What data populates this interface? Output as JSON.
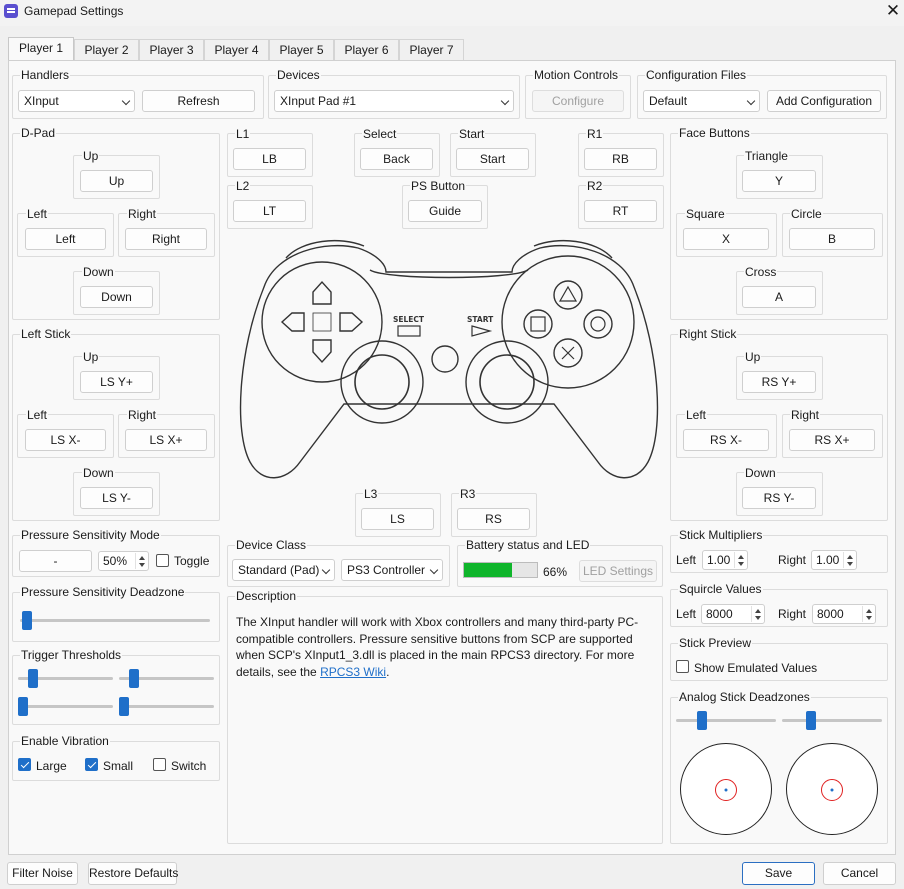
{
  "window": {
    "title": "Gamepad Settings",
    "close": "✕"
  },
  "tabs": [
    "Player 1",
    "Player 2",
    "Player 3",
    "Player 4",
    "Player 5",
    "Player 6",
    "Player 7"
  ],
  "handlers": {
    "label": "Handlers",
    "selected": "XInput",
    "refresh": "Refresh"
  },
  "devices": {
    "label": "Devices",
    "selected": "XInput Pad #1"
  },
  "motion": {
    "label": "Motion Controls",
    "configure": "Configure"
  },
  "config_files": {
    "label": "Configuration Files",
    "selected": "Default",
    "add": "Add Configuration"
  },
  "dpad": {
    "label": "D-Pad",
    "up_label": "Up",
    "up": "Up",
    "left_label": "Left",
    "left": "Left",
    "right_label": "Right",
    "right": "Right",
    "down_label": "Down",
    "down": "Down"
  },
  "shoulders": {
    "l1_label": "L1",
    "l1": "LB",
    "l2_label": "L2",
    "l2": "LT",
    "select_label": "Select",
    "select": "Back",
    "start_label": "Start",
    "start": "Start",
    "ps_label": "PS Button",
    "ps": "Guide",
    "r1_label": "R1",
    "r1": "RB",
    "r2_label": "R2",
    "r2": "RT",
    "l3_label": "L3",
    "l3": "LS",
    "r3_label": "R3",
    "r3": "RS"
  },
  "controller_image": {
    "select_text": "SELECT",
    "start_text": "START"
  },
  "face": {
    "label": "Face Buttons",
    "triangle_label": "Triangle",
    "triangle": "Y",
    "square_label": "Square",
    "square": "X",
    "circle_label": "Circle",
    "circle": "B",
    "cross_label": "Cross",
    "cross": "A"
  },
  "left_stick": {
    "label": "Left Stick",
    "up_label": "Up",
    "up": "LS Y+",
    "left_label": "Left",
    "left": "LS X-",
    "right_label": "Right",
    "right": "LS X+",
    "down_label": "Down",
    "down": "LS Y-"
  },
  "right_stick": {
    "label": "Right Stick",
    "up_label": "Up",
    "up": "RS Y+",
    "left_label": "Left",
    "left": "RS X-",
    "right_label": "Right",
    "right": "RS X+",
    "down_label": "Down",
    "down": "RS Y-"
  },
  "pressure_mode": {
    "label": "Pressure Sensitivity Mode",
    "button": "-",
    "value": "50%",
    "toggle": "Toggle",
    "toggle_checked": false
  },
  "pressure_deadzone": {
    "label": "Pressure Sensitivity Deadzone",
    "value_fraction": 0.0
  },
  "trigger_thresholds": {
    "label": "Trigger Thresholds"
  },
  "vibration": {
    "label": "Enable Vibration",
    "large": "Large",
    "large_checked": true,
    "small": "Small",
    "small_checked": true,
    "switch": "Switch",
    "switch_checked": false
  },
  "device_class": {
    "label": "Device Class",
    "class": "Standard (Pad)",
    "type": "PS3 Controller"
  },
  "battery": {
    "label": "Battery status and LED",
    "percent": "66%",
    "fraction": 0.66,
    "led": "LED Settings"
  },
  "description": {
    "label": "Description",
    "text": "The XInput handler will work with Xbox controllers and many third-party PC-compatible controllers. Pressure sensitive buttons from SCP are supported when SCP's XInput1_3.dll is placed in the main RPCS3 directory. For more details, see the ",
    "link": "RPCS3 Wiki",
    "end": "."
  },
  "stick_multipliers": {
    "label": "Stick Multipliers",
    "left_label": "Left",
    "left": "1.00",
    "right_label": "Right",
    "right": "1.00"
  },
  "squircle": {
    "label": "Squircle Values",
    "left_label": "Left",
    "left": "8000",
    "right_label": "Right",
    "right": "8000"
  },
  "stick_preview": {
    "label": "Stick Preview",
    "show": "Show Emulated Values",
    "show_checked": false
  },
  "analog_deadzones": {
    "label": "Analog Stick Deadzones"
  },
  "footer": {
    "filter_noise": "Filter Noise",
    "restore": "Restore Defaults",
    "save": "Save",
    "cancel": "Cancel"
  },
  "colors": {
    "accent": "#1f6fc9",
    "battery": "#0fb52b",
    "deadzone": "#e02020"
  }
}
